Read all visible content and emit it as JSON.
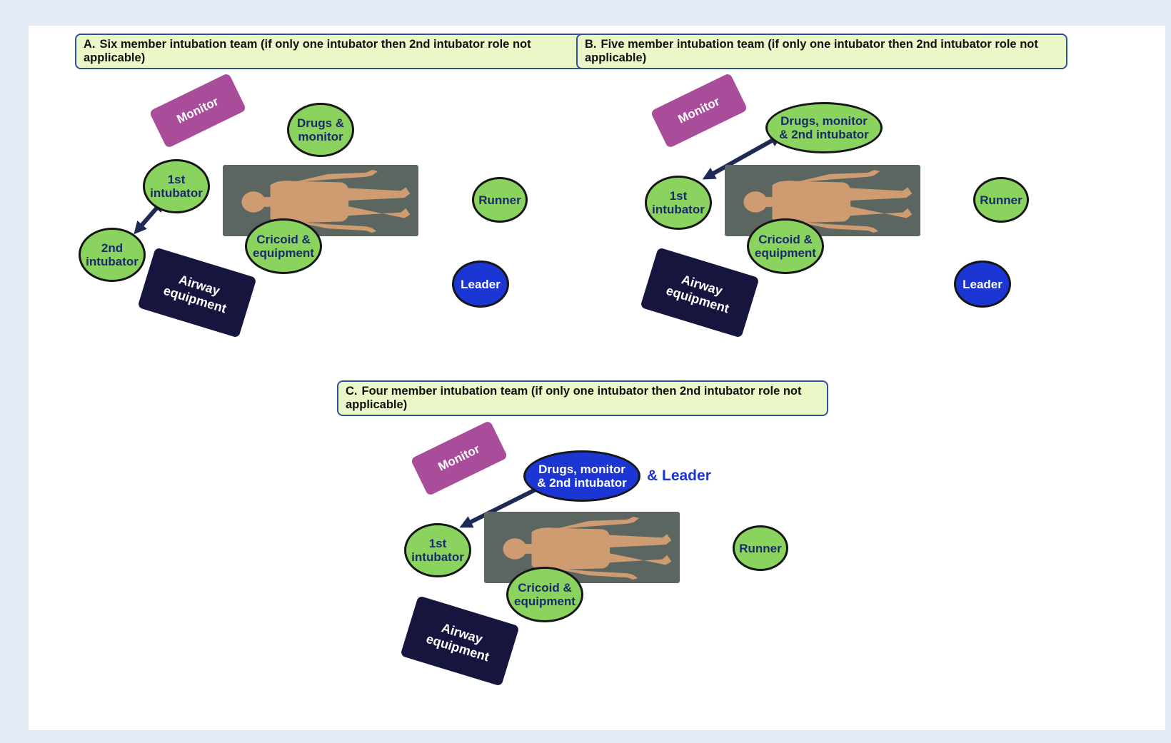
{
  "panels": {
    "a": {
      "label": "A.",
      "title": "Six member intubation team (if only one intubator then 2nd intubator role not applicable)",
      "monitor": "Monitor",
      "drugs": "Drugs &\nmonitor",
      "first_intubator": "1st\nintubator",
      "second_intubator": "2nd\nintubator",
      "cricoid": "Cricoid &\nequipment",
      "airway": "Airway\nequipment",
      "runner": "Runner",
      "leader": "Leader"
    },
    "b": {
      "label": "B.",
      "title": "Five member intubation team (if only one intubator then 2nd intubator role not applicable)",
      "monitor": "Monitor",
      "drugs": "Drugs, monitor\n& 2nd intubator",
      "first_intubator": "1st\nintubator",
      "cricoid": "Cricoid &\nequipment",
      "airway": "Airway\nequipment",
      "runner": "Runner",
      "leader": "Leader"
    },
    "c": {
      "label": "C.",
      "title": "Four member intubation team (if only one intubator then 2nd intubator role not applicable)",
      "monitor": "Monitor",
      "drugs": "Drugs, monitor\n& 2nd intubator",
      "drugs_extra": "& Leader",
      "first_intubator": "1st\nintubator",
      "cricoid": "Cricoid &\nequipment",
      "airway": "Airway\nequipment",
      "runner": "Runner"
    }
  },
  "colors": {
    "background": "#e4ebf6",
    "title_fill": "#e9f8c6",
    "title_border": "#2f4fa2",
    "role_green": "#8bd35f",
    "role_blue": "#1b36d2",
    "monitor": "#a94d9b",
    "airway": "#15153e",
    "bed": "#5b6660",
    "body": "#cf9c72",
    "arrow": "#1e2a55"
  }
}
